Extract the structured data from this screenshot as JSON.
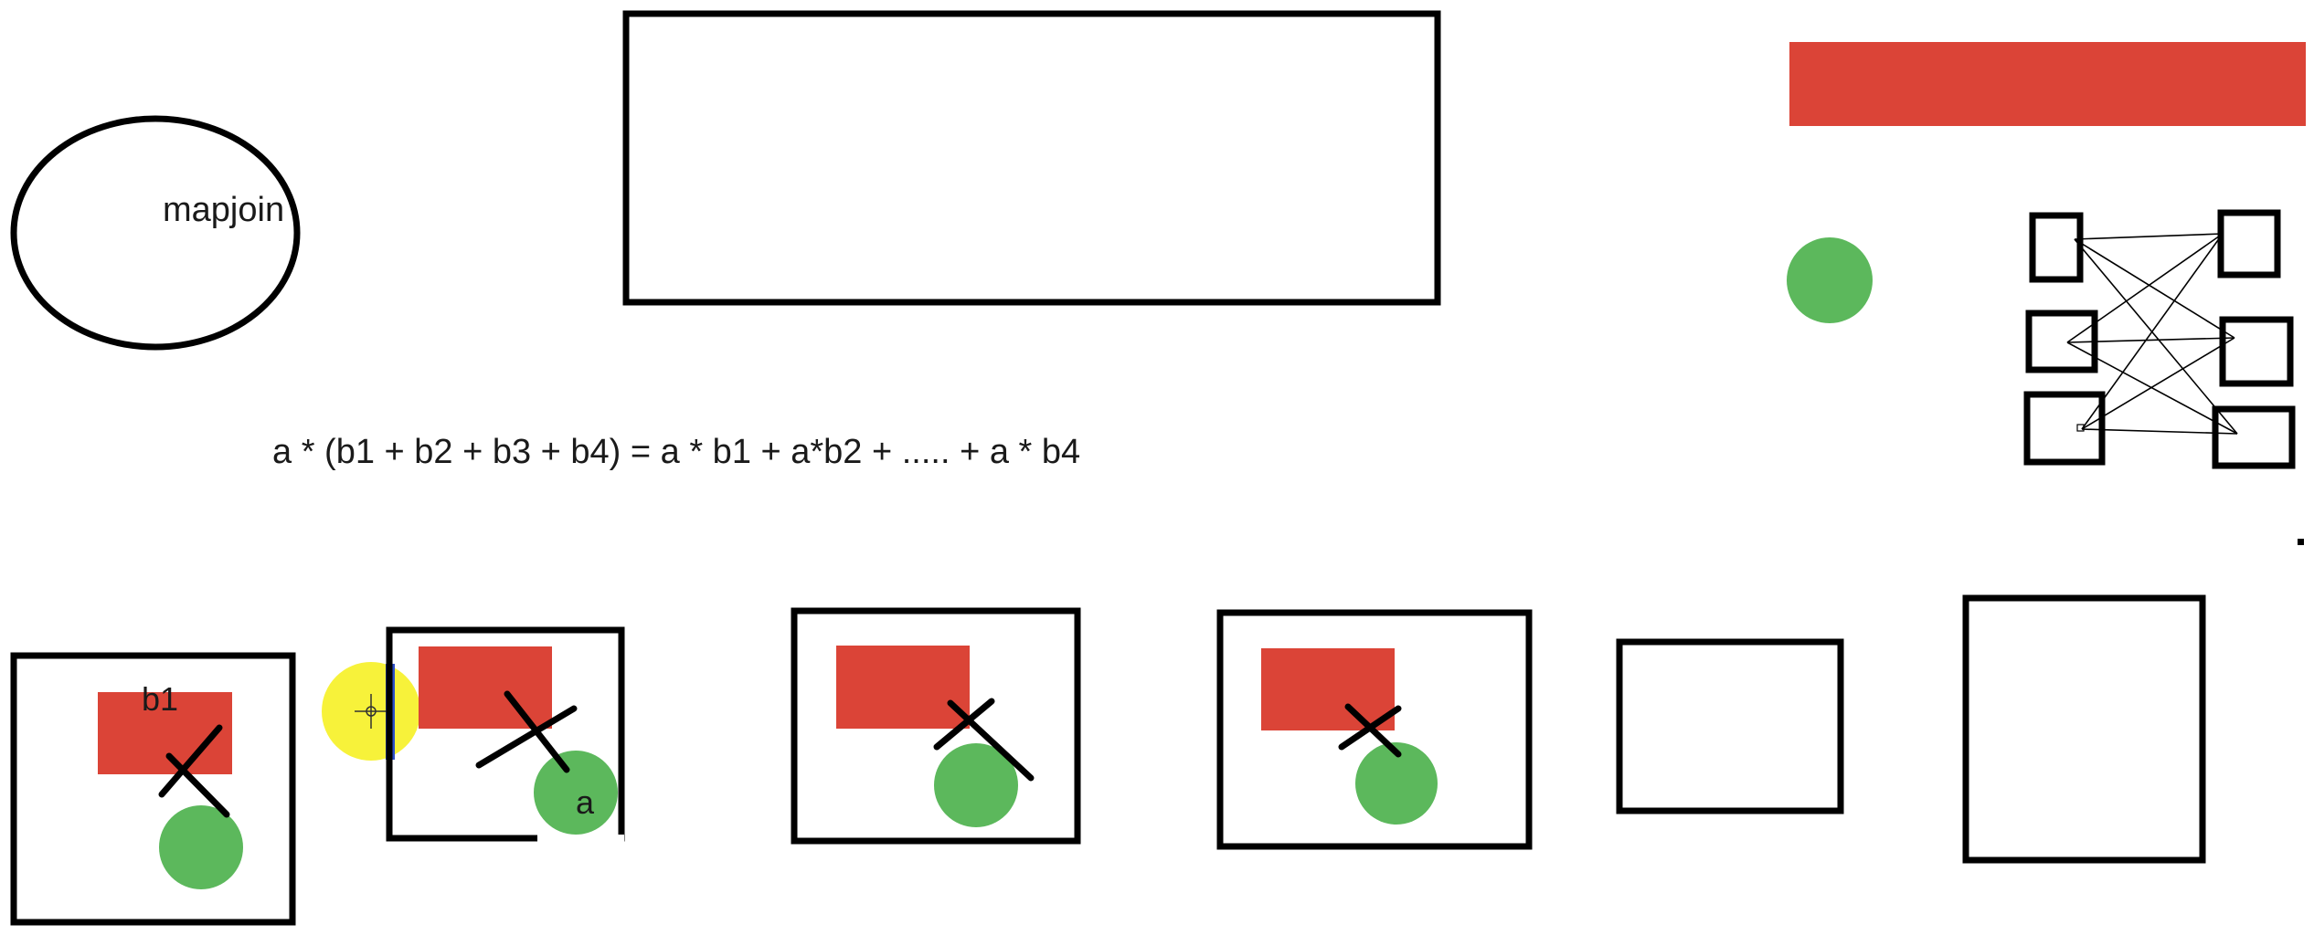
{
  "colors": {
    "background": "#ffffff",
    "stroke": "#000000",
    "red": "#db4437",
    "green": "#5cb85c",
    "cursor_highlight": "#f7f23a",
    "cursor_edge": "#2e50c8"
  },
  "labels": {
    "ellipse_label": "mapjoin",
    "formula": "a * (b1 + b2 + b3 + b4) = a * b1 + a*b2 + ..... + a * b4",
    "b1_label": "b1",
    "a_label": "a"
  },
  "icons": {
    "cursor": "crosshair-cursor-icon",
    "cross": "x-mark-icon"
  }
}
